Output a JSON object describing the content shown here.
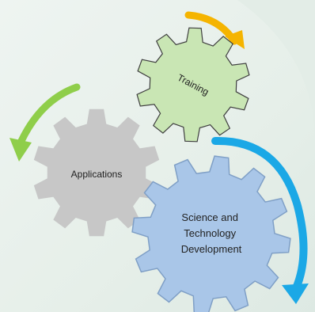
{
  "gears": {
    "training": {
      "label": "Training",
      "fill": "#c9e6b4",
      "stroke": "#3f3f3f"
    },
    "applications": {
      "label": "Applications",
      "fill": "#c7c7c7",
      "stroke": "#c7c7c7"
    },
    "science": {
      "lines": [
        "Science and",
        "Technology",
        "Development"
      ],
      "fill": "#a9c6e8",
      "stroke": "#7f9fc6"
    }
  },
  "arrows": {
    "orange": "#f5b400",
    "green": "#8fce4a",
    "blue": "#1ba8e6"
  }
}
